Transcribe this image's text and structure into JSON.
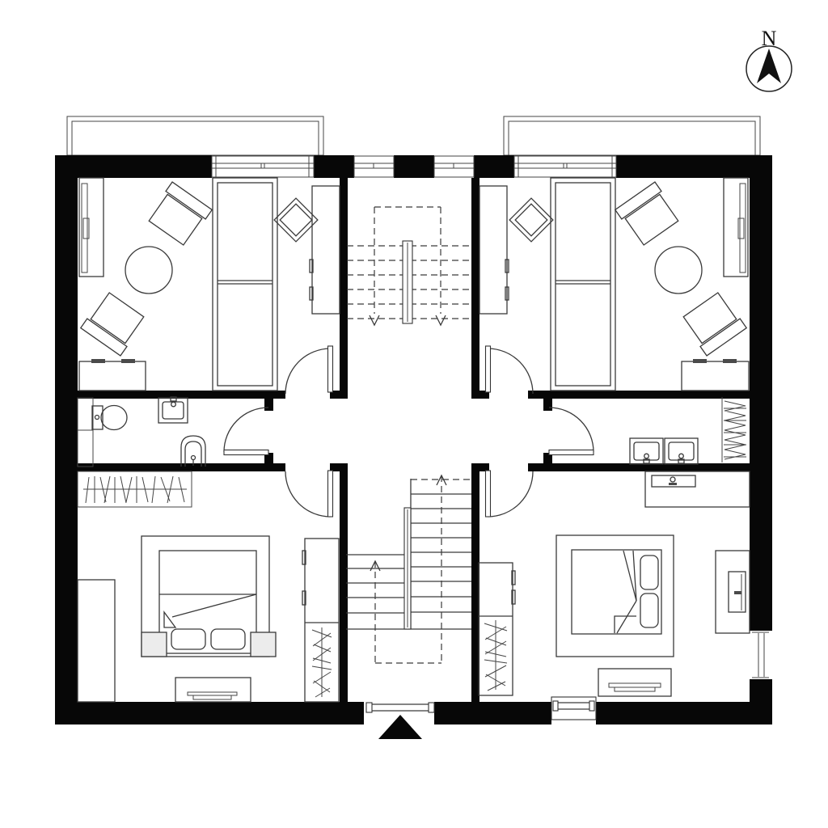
{
  "page": {
    "background_color": "#ffffff"
  },
  "compass": {
    "label": "N",
    "icon": "north-arrow-icon"
  },
  "colors": {
    "wall": "#070707",
    "line": "#3a3a3a",
    "paper": "#ffffff",
    "shade": "#ececec"
  },
  "plan": {
    "kind": "floor plan with two mirrored units around a central staircase",
    "stairs": {
      "upper_flight": {
        "style": "dashed-above-cut-plane",
        "arrow_direction": "down",
        "dashed_treads": 6
      },
      "lower_flight": {
        "style": "solid",
        "arrow_direction": "up",
        "right_treads": 9,
        "left_treads": 4
      }
    },
    "windows": {
      "top_wall": 4,
      "right_wall": 1,
      "bottom_wall_insets": 2
    },
    "interior_doors": 6,
    "balconies": 2,
    "entrance_marker": "solid black triangle pointing up at bottom center",
    "fixtures_left_unit": [
      "toilet",
      "washbasin",
      "bidet",
      "wall-cabinet",
      "hatched-closet",
      "hatched-wardrobe",
      "single-bed",
      "double-bed",
      "two-armchairs",
      "round-table",
      "desk",
      "desk-chair",
      "dresser",
      "bench"
    ],
    "fixtures_right_unit": [
      "washbasin",
      "washbasin",
      "hatched-radiator",
      "hatched-wardrobe",
      "single-bed",
      "double-bed",
      "two-armchairs",
      "round-table",
      "desk",
      "desk-chair",
      "dresser",
      "bench",
      "tv-cabinet",
      "vanity-desk"
    ]
  }
}
